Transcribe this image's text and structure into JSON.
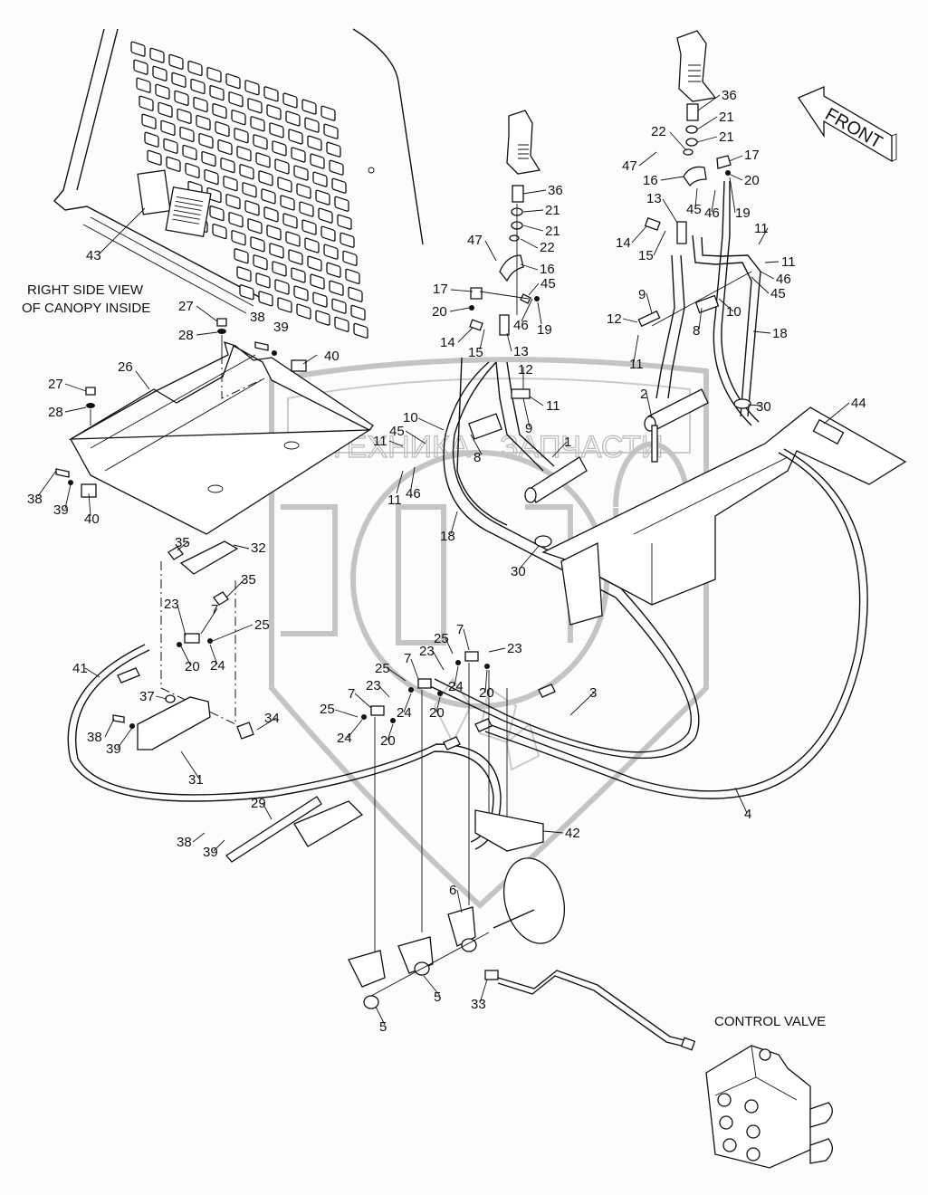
{
  "diagram": {
    "type": "exploded-parts-diagram",
    "captions": {
      "canopy_view": [
        "RIGHT SIDE VIEW",
        "OF CANOPY INSIDE"
      ],
      "control_valve": "CONTROL VALVE",
      "front_arrow": "FRONT"
    },
    "watermark": {
      "text_left": "ТЕХНИКА",
      "text_right": "ЗАПЧАСТИ",
      "logo": "ЭПФ"
    },
    "callouts": [
      {
        "id": "c43",
        "label": "43"
      },
      {
        "id": "c27a",
        "label": "27"
      },
      {
        "id": "c28a",
        "label": "28"
      },
      {
        "id": "c38a",
        "label": "38"
      },
      {
        "id": "c39a",
        "label": "39"
      },
      {
        "id": "c40a",
        "label": "40"
      },
      {
        "id": "c26",
        "label": "26"
      },
      {
        "id": "c27b",
        "label": "27"
      },
      {
        "id": "c28b",
        "label": "28"
      },
      {
        "id": "c38b",
        "label": "38"
      },
      {
        "id": "c39b",
        "label": "39"
      },
      {
        "id": "c40b",
        "label": "40"
      },
      {
        "id": "c36a",
        "label": "36"
      },
      {
        "id": "c21a",
        "label": "21"
      },
      {
        "id": "c21b",
        "label": "21"
      },
      {
        "id": "c22a",
        "label": "22"
      },
      {
        "id": "c47a",
        "label": "47"
      },
      {
        "id": "c16a",
        "label": "16"
      },
      {
        "id": "c17a",
        "label": "17"
      },
      {
        "id": "c45a",
        "label": "45"
      },
      {
        "id": "c20a",
        "label": "20"
      },
      {
        "id": "c46a",
        "label": "46"
      },
      {
        "id": "c19a",
        "label": "19"
      },
      {
        "id": "c14a",
        "label": "14"
      },
      {
        "id": "c15a",
        "label": "15"
      },
      {
        "id": "c13a",
        "label": "13"
      },
      {
        "id": "c12a",
        "label": "12"
      },
      {
        "id": "c11a",
        "label": "11"
      },
      {
        "id": "c9a",
        "label": "9"
      },
      {
        "id": "c10a",
        "label": "10"
      },
      {
        "id": "c45b",
        "label": "45"
      },
      {
        "id": "c11b",
        "label": "11"
      },
      {
        "id": "c8a",
        "label": "8"
      },
      {
        "id": "c11c",
        "label": "11"
      },
      {
        "id": "c46b",
        "label": "46"
      },
      {
        "id": "c1",
        "label": "1"
      },
      {
        "id": "c18a",
        "label": "18"
      },
      {
        "id": "c30a",
        "label": "30"
      },
      {
        "id": "c36b",
        "label": "36"
      },
      {
        "id": "c21c",
        "label": "21"
      },
      {
        "id": "c21d",
        "label": "21"
      },
      {
        "id": "c22b",
        "label": "22"
      },
      {
        "id": "c47b",
        "label": "47"
      },
      {
        "id": "c16b",
        "label": "16"
      },
      {
        "id": "c17b",
        "label": "17"
      },
      {
        "id": "c20b",
        "label": "20"
      },
      {
        "id": "c13b",
        "label": "13"
      },
      {
        "id": "c45c",
        "label": "45"
      },
      {
        "id": "c46c",
        "label": "46"
      },
      {
        "id": "c19b",
        "label": "19"
      },
      {
        "id": "c14b",
        "label": "14"
      },
      {
        "id": "c15b",
        "label": "15"
      },
      {
        "id": "c11d",
        "label": "11"
      },
      {
        "id": "c11e",
        "label": "11"
      },
      {
        "id": "c46d",
        "label": "46"
      },
      {
        "id": "c45d",
        "label": "45"
      },
      {
        "id": "c9b",
        "label": "9"
      },
      {
        "id": "c12b",
        "label": "12"
      },
      {
        "id": "c8b",
        "label": "8"
      },
      {
        "id": "c10b",
        "label": "10"
      },
      {
        "id": "c11f",
        "label": "11"
      },
      {
        "id": "c18b",
        "label": "18"
      },
      {
        "id": "c2",
        "label": "2"
      },
      {
        "id": "c30b",
        "label": "30"
      },
      {
        "id": "c44",
        "label": "44"
      },
      {
        "id": "c35a",
        "label": "35"
      },
      {
        "id": "c32",
        "label": "32"
      },
      {
        "id": "c35b",
        "label": "35"
      },
      {
        "id": "c23a",
        "label": "23"
      },
      {
        "id": "c7a",
        "label": "7"
      },
      {
        "id": "c25a",
        "label": "25"
      },
      {
        "id": "c20c",
        "label": "20"
      },
      {
        "id": "c24a",
        "label": "24"
      },
      {
        "id": "c41",
        "label": "41"
      },
      {
        "id": "c37",
        "label": "37"
      },
      {
        "id": "c38c",
        "label": "38"
      },
      {
        "id": "c39c",
        "label": "39"
      },
      {
        "id": "c34",
        "label": "34"
      },
      {
        "id": "c31",
        "label": "31"
      },
      {
        "id": "c25b",
        "label": "25"
      },
      {
        "id": "c7b",
        "label": "7"
      },
      {
        "id": "c23b",
        "label": "23"
      },
      {
        "id": "c24b",
        "label": "24"
      },
      {
        "id": "c20d",
        "label": "20"
      },
      {
        "id": "c7c",
        "label": "7"
      },
      {
        "id": "c23c",
        "label": "23"
      },
      {
        "id": "c25c",
        "label": "25"
      },
      {
        "id": "c24c",
        "label": "24"
      },
      {
        "id": "c20e",
        "label": "20"
      },
      {
        "id": "c7d",
        "label": "7"
      },
      {
        "id": "c23d",
        "label": "23"
      },
      {
        "id": "c25d",
        "label": "25"
      },
      {
        "id": "c24d",
        "label": "24"
      },
      {
        "id": "c20f",
        "label": "20"
      },
      {
        "id": "c3",
        "label": "3"
      },
      {
        "id": "c4",
        "label": "4"
      },
      {
        "id": "c42",
        "label": "42"
      },
      {
        "id": "c29",
        "label": "29"
      },
      {
        "id": "c38d",
        "label": "38"
      },
      {
        "id": "c39d",
        "label": "39"
      },
      {
        "id": "c6",
        "label": "6"
      },
      {
        "id": "c5a",
        "label": "5"
      },
      {
        "id": "c5b",
        "label": "5"
      },
      {
        "id": "c33",
        "label": "33"
      }
    ]
  }
}
